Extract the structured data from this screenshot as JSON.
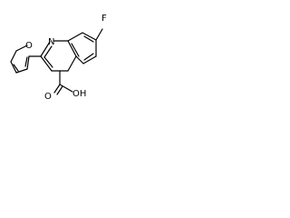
{
  "molecule": {
    "atoms": {
      "fluorine": "F",
      "ring_nitrogen": "N",
      "furan_oxygen": "O",
      "carbonyl_oxygen": "O",
      "hydroxyl": "OH"
    }
  }
}
